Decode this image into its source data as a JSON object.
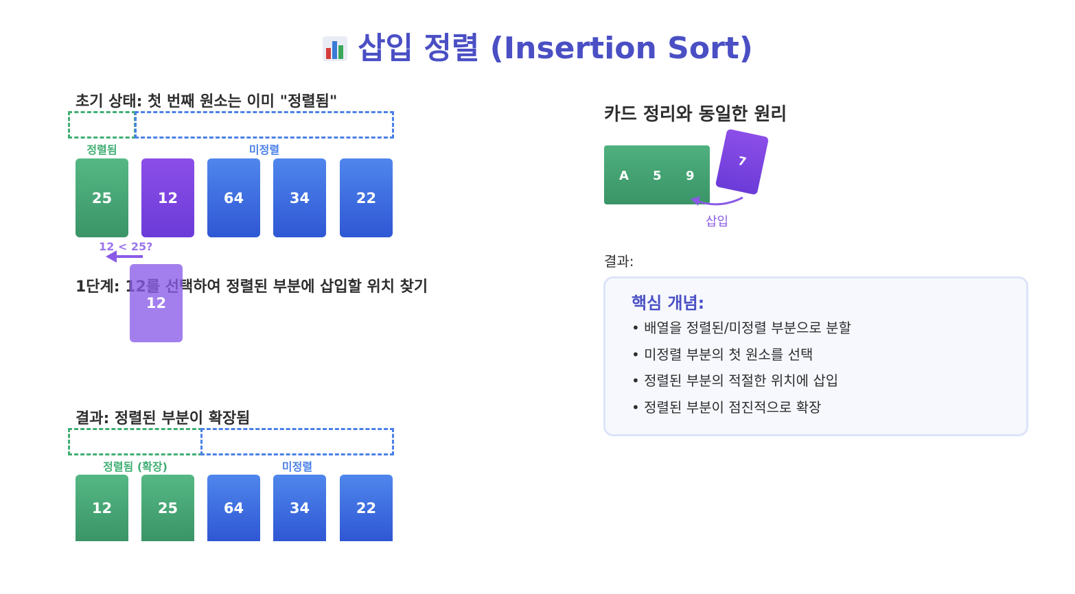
{
  "title": "삽입 정렬 (Insertion Sort)",
  "title_icon": "bar-chart-icon",
  "initial": {
    "heading": "초기 상태: 첫 번째 원소는 이미 \"정렬됨\"",
    "sorted_label": "정렬됨",
    "unsorted_label": "미정렬",
    "cards": [
      "25",
      "12",
      "64",
      "34",
      "22"
    ],
    "card_colors": [
      "green",
      "purple",
      "blue",
      "blue",
      "blue"
    ]
  },
  "step1": {
    "heading": "1단계: 12를 선택하여 정렬된 부분에 삽입할 위치 찾기",
    "compare": "12 < 25?",
    "moving_card": "12"
  },
  "result": {
    "heading": "결과: 정렬된 부분이 확장됨",
    "sorted_label": "정렬됨 (확장)",
    "unsorted_label": "미정렬",
    "cards": [
      "12",
      "25",
      "64",
      "34",
      "22"
    ]
  },
  "analogy": {
    "heading": "카드 정리와 동일한 원리",
    "hand_cards": [
      "A",
      "5",
      "9"
    ],
    "new_card": "7",
    "insert_label": "삽입",
    "result_label": "결과:"
  },
  "concept": {
    "title": "핵심 개념:",
    "items": [
      "배열을 정렬된/미정렬 부분으로 분할",
      "미정렬 부분의 첫 원소를 선택",
      "정렬된 부분의 적절한 위치에 삽입",
      "정렬된 부분이 점진적으로 확장"
    ]
  },
  "colors": {
    "title": "#4a4fc4",
    "sorted": "#3fae73",
    "unsorted": "#4a80e8",
    "selected": "#7c45e0"
  }
}
